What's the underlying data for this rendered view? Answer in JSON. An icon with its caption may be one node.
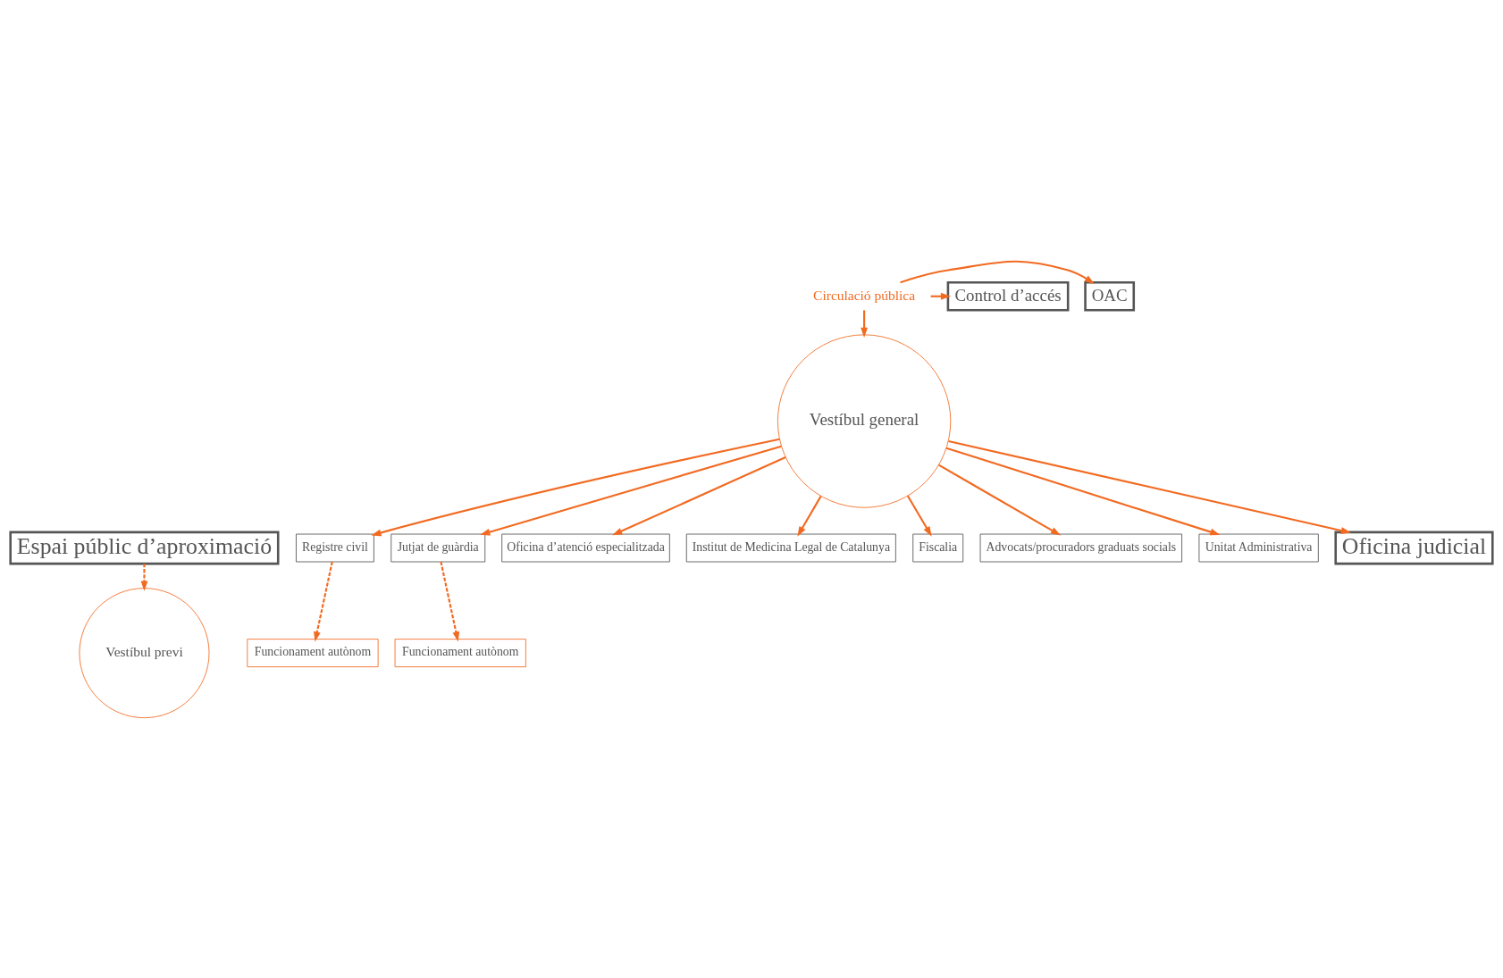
{
  "diagram": {
    "nodes": [
      {
        "text": [
          "Espai públic d’aproximació"
        ]
      },
      {
        "text": [
          "Vestíbul previ"
        ]
      },
      {
        "text": [
          "Funcionament autònom"
        ]
      },
      {
        "text": [
          "Funcionament autònom"
        ]
      },
      {
        "text": [
          "OAC"
        ]
      },
      {
        "text": [
          "Circulació pública"
        ]
      },
      {
        "text": [
          "Control d’accés"
        ]
      },
      {
        "text": [
          "Vestíbul general"
        ]
      },
      {
        "text": [
          "Registre civil"
        ]
      },
      {
        "text": [
          "Jutjat de guàrdia"
        ]
      },
      {
        "text": [
          "Oficina d’atenció especialitzada"
        ]
      },
      {
        "text": [
          "Institut de Medicina Legal de Catalunya"
        ]
      },
      {
        "text": [
          "Fiscalia"
        ]
      },
      {
        "text": [
          "Advocats/procuradors graduats socials"
        ]
      },
      {
        "text": [
          "Unitat Administrativa"
        ]
      },
      {
        "text": [
          "Oficina judicial"
        ]
      }
    ],
    "edges": [
      {
        "from": 0,
        "to": 1,
        "arrow": "to",
        "style": "dashed"
      },
      {
        "from": 5,
        "to": 4,
        "arrow": "to"
      },
      {
        "from": 5,
        "to": 6,
        "arrow": "to"
      },
      {
        "from": 5,
        "to": 7,
        "arrow": "to"
      },
      {
        "from": 7,
        "to": 8,
        "arrow": "to"
      },
      {
        "from": 7,
        "to": 10,
        "arrow": "to"
      },
      {
        "from": 7,
        "to": 13,
        "arrow": "to"
      },
      {
        "from": 7,
        "to": 9,
        "arrow": "to"
      },
      {
        "from": 7,
        "to": 11,
        "arrow": "to"
      },
      {
        "from": 7,
        "to": 12,
        "arrow": "to"
      },
      {
        "from": 7,
        "to": 14,
        "arrow": "to"
      },
      {
        "from": 8,
        "to": 2,
        "arrow": "to",
        "style": "dashed"
      },
      {
        "from": 9,
        "to": 3,
        "arrow": "to",
        "style": "dashed"
      },
      {
        "from": 7,
        "to": 15,
        "arrow": "to"
      }
    ]
  }
}
